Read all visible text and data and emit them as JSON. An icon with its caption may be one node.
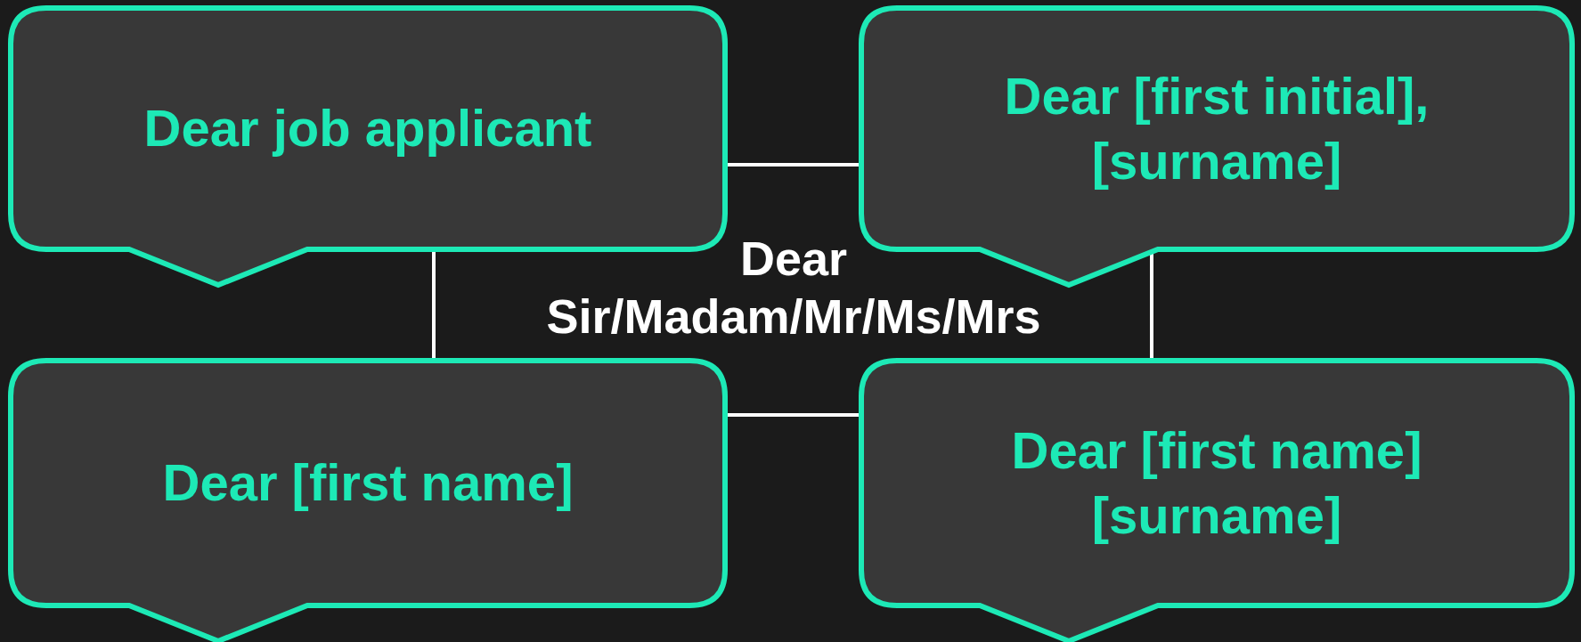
{
  "diagram": {
    "nodes": [
      {
        "text": [
          "Dear job applicant"
        ]
      },
      {
        "text": [
          "Dear [first initial], [surname]"
        ]
      },
      {
        "text": [
          "Dear [first name]"
        ]
      },
      {
        "text": [
          "Dear [first name] [surname]"
        ]
      }
    ],
    "edges": [
      {
        "from": 0,
        "to": 1,
        "arrow": "none"
      },
      {
        "from": 0,
        "to": 2,
        "arrow": "none"
      },
      {
        "from": 1,
        "to": 3,
        "arrow": "none"
      },
      {
        "from": 2,
        "to": 3,
        "arrow": "none"
      }
    ],
    "labels": [
      "Dear Sir/Madam/Mr/Ms/Mrs"
    ]
  }
}
